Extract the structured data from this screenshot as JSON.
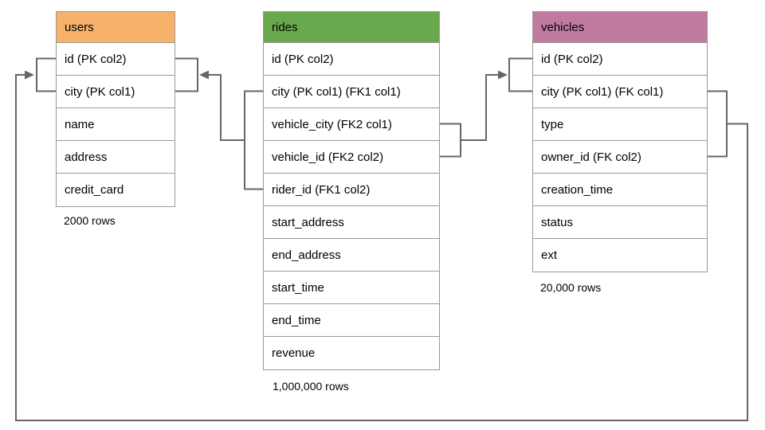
{
  "diagram": {
    "title": "database schema diagram",
    "colors": {
      "users_header": "#F6B26B",
      "rides_header": "#6AA84F",
      "vehicles_header": "#C27BA0",
      "connector": "#666666",
      "table_border": "#999999"
    },
    "tables": [
      {
        "name": "users",
        "header_color": "#F6B26B",
        "columns": [
          "id (PK col2)",
          "city (PK col1)",
          "name",
          "address",
          "credit_card"
        ],
        "row_count_label": "2000 rows"
      },
      {
        "name": "rides",
        "header_color": "#6AA84F",
        "columns": [
          "id (PK col2)",
          "city (PK col1) (FK1 col1)",
          "vehicle_city (FK2 col1)",
          "vehicle_id (FK2 col2)",
          "rider_id (FK1 col2)",
          "start_address",
          "end_address",
          "start_time",
          "end_time",
          "revenue"
        ],
        "row_count_label": "1,000,000 rows"
      },
      {
        "name": "vehicles",
        "header_color": "#C27BA0",
        "columns": [
          "id (PK col2)",
          "city (PK col1) (FK col1)",
          "type",
          "owner_id (FK col2)",
          "creation_time",
          "status",
          "ext"
        ],
        "row_count_label": "20,000 rows"
      }
    ],
    "relationships": [
      {
        "key": "FK1",
        "from": "rides (city, rider_id)",
        "to": "users (id, city)"
      },
      {
        "key": "FK2",
        "from": "rides (vehicle_city, vehicle_id)",
        "to": "vehicles (id, city)"
      },
      {
        "key": "FK",
        "from": "vehicles (city, owner_id)",
        "to": "users (id, city)"
      }
    ]
  }
}
